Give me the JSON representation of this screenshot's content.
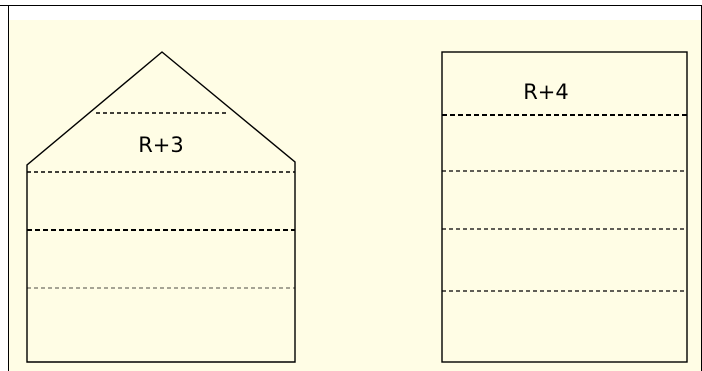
{
  "colors": {
    "background": "#fffde5",
    "page": "#ffffff",
    "stroke": "#000000"
  },
  "buildings": [
    {
      "label": "R+3",
      "shape": "pitched-roof",
      "floor_lines": 4
    },
    {
      "label": "R+4",
      "shape": "flat-roof",
      "floor_lines": 4
    }
  ]
}
